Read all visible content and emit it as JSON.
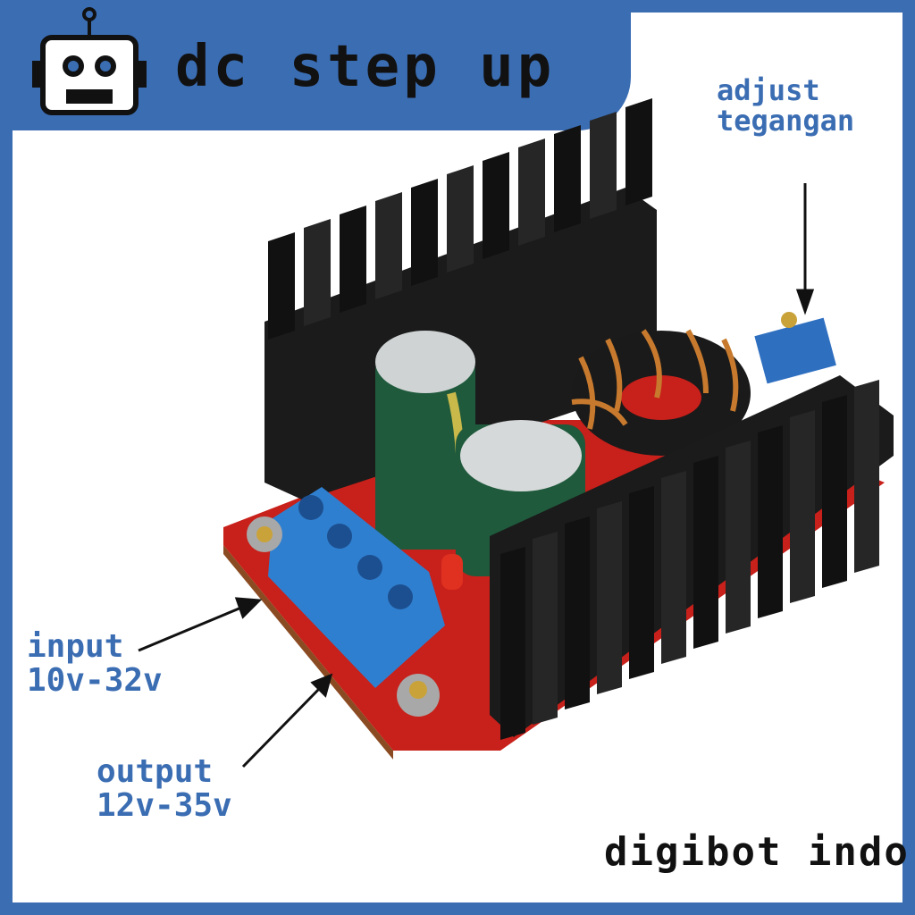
{
  "header": {
    "title": "dC STEP UP",
    "logo": "robot-icon"
  },
  "labels": {
    "adjust_line1": "ADJUST",
    "adjust_line2": "TEGANGAN",
    "input_line1": "INPUT",
    "input_line2": "10V-32V",
    "output_line1": "OUTPUT",
    "output_line2": "12V-35V"
  },
  "brand": "DIGIBOT INDO",
  "colors": {
    "frame": "#3b6db3",
    "label": "#3b6db3",
    "pcb": "#c8201a",
    "heatsink": "#1b1b1b",
    "terminal": "#2f7fd0",
    "capacitor": "#1f5a3c",
    "copper": "#c77a2e"
  }
}
